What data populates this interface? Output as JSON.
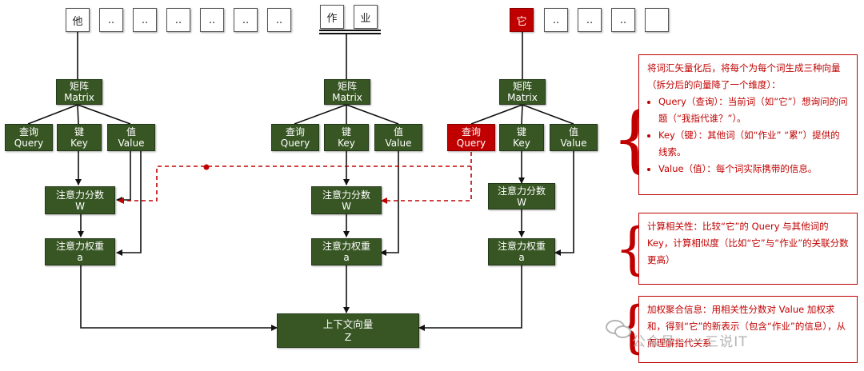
{
  "tokens": {
    "col1": [
      "他",
      "..",
      "..",
      "..",
      "..",
      "..",
      ".."
    ],
    "col2": [
      "作",
      "业"
    ],
    "col3": [
      "它",
      "..",
      "..",
      ".."
    ]
  },
  "labels": {
    "matrix_cn": "矩阵",
    "matrix_en": "Matrix",
    "query_cn": "查询",
    "query_en": "Query",
    "key_cn": "键",
    "key_en": "Key",
    "value_cn": "值",
    "value_en": "Value",
    "score_cn": "注意力分数",
    "score_en": "W",
    "weight_cn": "注意力权重",
    "weight_en": "a",
    "context_cn": "上下文向量",
    "context_en": "Z"
  },
  "notes": {
    "note1_intro": "将词汇矢量化后，将每个为每个词生成三种向量（拆分后的向量降了一个维度）：",
    "note1_items": [
      "Query（查询）：当前词（如“它”）想询问的问题（“我指代谁？”）。",
      "Key（键）：其他词（如“作业” “累”）提供的线索。",
      "Value（值）：每个词实际携带的信息。"
    ],
    "note2": "计算相关性：比较“它”的 Query 与其他词的 Key，计算相似度（比如“它”与“作业”的关联分数更高）",
    "note3": "加权聚合信息：用相关性分数对 Value 加权求和，得到“它”的新表示（包含“作业”的信息），从而理解指代关系"
  },
  "watermark": "公众号 · 一三说IT",
  "colors": {
    "green": "#375623",
    "red": "#c00000"
  }
}
